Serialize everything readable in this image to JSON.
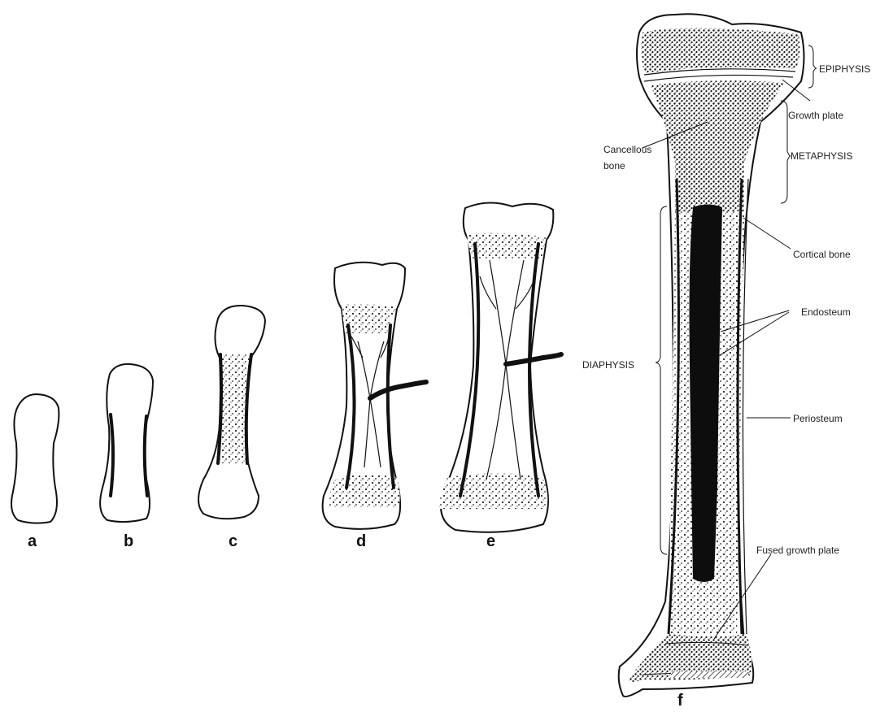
{
  "panels": {
    "a": "a",
    "b": "b",
    "c": "c",
    "d": "d",
    "e": "e",
    "f": "f"
  },
  "labels": {
    "epiphysis": "EPIPHYSIS",
    "growth_plate": "Growth plate",
    "cancellous_line1": "Cancellous",
    "cancellous_line2": "bone",
    "metaphysis": "METAPHYSIS",
    "cortical_bone": "Cortical bone",
    "endosteum": "Endosteum",
    "diaphysis": "DIAPHYSIS",
    "periosteum": "Periosteum",
    "fused_growth_plate": "Fused growth plate"
  }
}
